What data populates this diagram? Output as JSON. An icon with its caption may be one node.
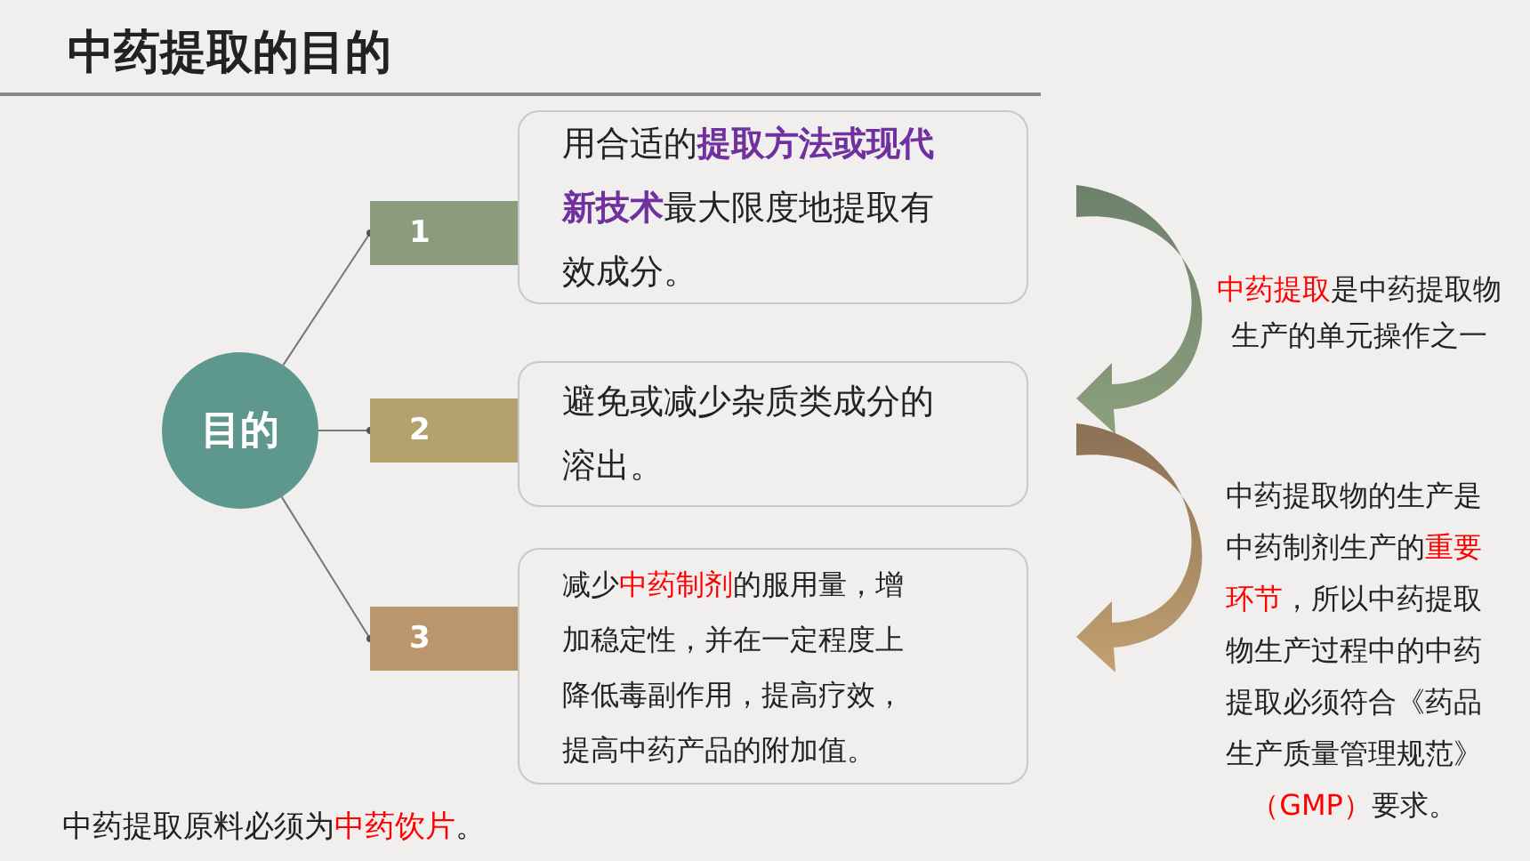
{
  "diagram": {
    "title": "中药提取的目的",
    "nodes": [
      {
        "text": [
          "目的"
        ]
      },
      {
        "text": [
          "1"
        ]
      },
      {
        "text": [
          "用合适的**提取方法或现代新技术**最大限度地提取有效成分。"
        ]
      },
      {
        "text": [
          "2"
        ]
      },
      {
        "text": [
          "避免或减少杂质类成分的溶出。"
        ]
      },
      {
        "text": [
          "3"
        ]
      },
      {
        "text": [
          "减少**中药制剂**的服用量，增加稳定性，并在一定程度上降低毒副作用，提高疗效，提高中药产品的附加值。"
        ]
      }
    ],
    "edges": [
      {
        "from": 0,
        "to": 1,
        "arrow": "other"
      },
      {
        "from": 0,
        "to": 3,
        "arrow": "other"
      },
      {
        "from": 0,
        "to": 5,
        "arrow": "other"
      }
    ],
    "labels": [
      "**中药提取**是中药提取物生产的单元操作之一",
      "中药提取物的生产是中药制剂生产的**重要环节**，所以中药提取物生产过程中的中药提取必须符合《药品生产质量管理规范》**（GMP）**要求。",
      "中药提取原料必须为**中药饮片**。"
    ]
  }
}
